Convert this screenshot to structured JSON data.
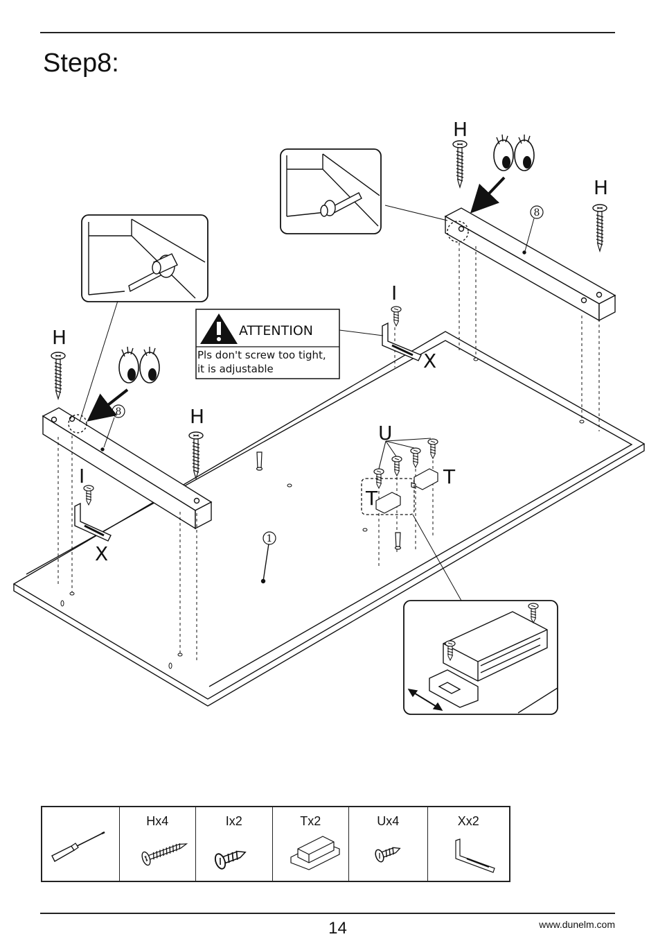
{
  "header": {
    "title": "Step8:"
  },
  "diagram": {
    "labels": {
      "h": "H",
      "i": "I",
      "x": "X",
      "u": "U",
      "t": "T",
      "part8": "8",
      "part1": "1"
    },
    "attention": {
      "title": "ATTENTION",
      "line1": "Pls don't screw too tight,",
      "line2": "it is adjustable"
    }
  },
  "parts_table": {
    "cells": [
      {
        "qty": "",
        "icon": "screwdriver-icon"
      },
      {
        "qty": "Hx4",
        "icon": "long-screw-icon"
      },
      {
        "qty": "Ix2",
        "icon": "short-screw-icon"
      },
      {
        "qty": "Tx2",
        "icon": "magnetic-catch-icon"
      },
      {
        "qty": "Ux4",
        "icon": "small-screw-icon"
      },
      {
        "qty": "Xx2",
        "icon": "l-bracket-icon"
      }
    ]
  },
  "footer": {
    "page_number": "14",
    "website": "www.dunelm.com"
  }
}
